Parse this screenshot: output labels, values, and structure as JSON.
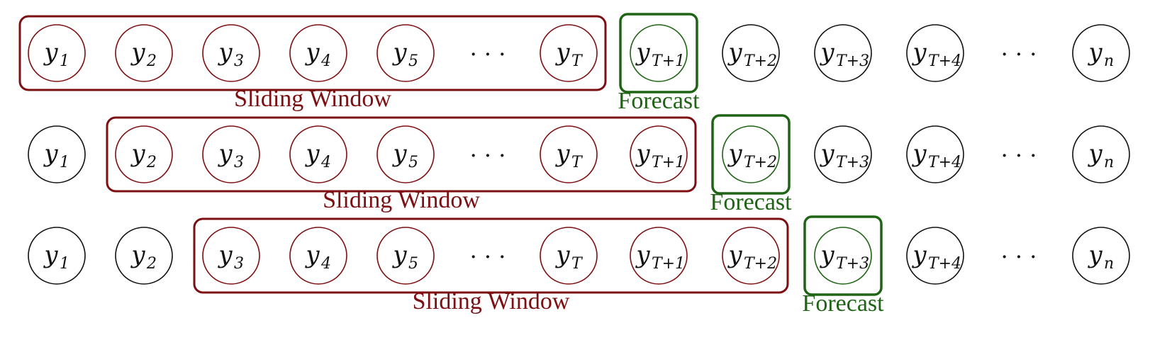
{
  "colors": {
    "window": "#7d0f12",
    "forecast": "#1e6414",
    "plain": "#111111"
  },
  "rows": [
    {
      "window_caption": "Sliding Window",
      "forecast_caption": "Forecast",
      "nodes": [
        {
          "base": "y",
          "sub": "1",
          "role": "window"
        },
        {
          "base": "y",
          "sub": "2",
          "role": "window"
        },
        {
          "base": "y",
          "sub": "3",
          "role": "window"
        },
        {
          "base": "y",
          "sub": "4",
          "role": "window"
        },
        {
          "base": "y",
          "sub": "5",
          "role": "window"
        },
        {
          "base": "",
          "sub": "",
          "role": "window-dots",
          "dots": "· · ·"
        },
        {
          "base": "y",
          "sub": "T",
          "role": "window"
        },
        {
          "base": "y",
          "sub": "T+1",
          "role": "forecast"
        },
        {
          "base": "y",
          "sub": "T+2",
          "role": "plain"
        },
        {
          "base": "y",
          "sub": "T+3",
          "role": "plain"
        },
        {
          "base": "y",
          "sub": "T+4",
          "role": "plain"
        },
        {
          "base": "",
          "sub": "",
          "role": "dots",
          "dots": "· · ·"
        },
        {
          "base": "y",
          "sub": "n",
          "role": "plain"
        }
      ]
    },
    {
      "window_caption": "Sliding Window",
      "forecast_caption": "Forecast",
      "nodes": [
        {
          "base": "y",
          "sub": "1",
          "role": "plain"
        },
        {
          "base": "y",
          "sub": "2",
          "role": "window"
        },
        {
          "base": "y",
          "sub": "3",
          "role": "window"
        },
        {
          "base": "y",
          "sub": "4",
          "role": "window"
        },
        {
          "base": "y",
          "sub": "5",
          "role": "window"
        },
        {
          "base": "",
          "sub": "",
          "role": "window-dots",
          "dots": "· · ·"
        },
        {
          "base": "y",
          "sub": "T",
          "role": "window"
        },
        {
          "base": "y",
          "sub": "T+1",
          "role": "window"
        },
        {
          "base": "y",
          "sub": "T+2",
          "role": "forecast"
        },
        {
          "base": "y",
          "sub": "T+3",
          "role": "plain"
        },
        {
          "base": "y",
          "sub": "T+4",
          "role": "plain"
        },
        {
          "base": "",
          "sub": "",
          "role": "dots",
          "dots": "· · ·"
        },
        {
          "base": "y",
          "sub": "n",
          "role": "plain"
        }
      ]
    },
    {
      "window_caption": "Sliding Window",
      "forecast_caption": "Forecast",
      "nodes": [
        {
          "base": "y",
          "sub": "1",
          "role": "plain"
        },
        {
          "base": "y",
          "sub": "2",
          "role": "plain"
        },
        {
          "base": "y",
          "sub": "3",
          "role": "window"
        },
        {
          "base": "y",
          "sub": "4",
          "role": "window"
        },
        {
          "base": "y",
          "sub": "5",
          "role": "window"
        },
        {
          "base": "",
          "sub": "",
          "role": "window-dots",
          "dots": "· · ·"
        },
        {
          "base": "y",
          "sub": "T",
          "role": "window"
        },
        {
          "base": "y",
          "sub": "T+1",
          "role": "window"
        },
        {
          "base": "y",
          "sub": "T+2",
          "role": "window"
        },
        {
          "base": "y",
          "sub": "T+3",
          "role": "forecast"
        },
        {
          "base": "y",
          "sub": "T+4",
          "role": "plain"
        },
        {
          "base": "",
          "sub": "",
          "role": "dots",
          "dots": "· · ·"
        },
        {
          "base": "y",
          "sub": "n",
          "role": "plain"
        }
      ]
    }
  ]
}
